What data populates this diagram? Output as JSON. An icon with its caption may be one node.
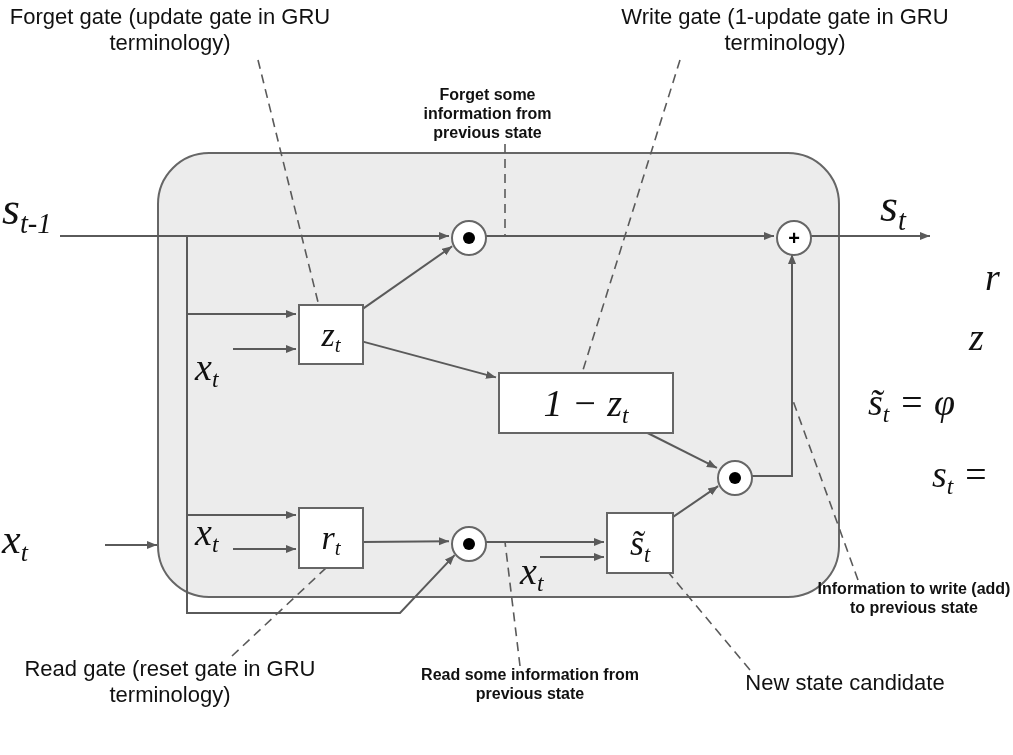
{
  "diagram": {
    "nodes": [
      {
        "text": [],
        "shape": "box"
      },
      {
        "text": [],
        "shape": "circle",
        "in": 0
      },
      {
        "text": [
          "+"
        ],
        "in": 0
      },
      {
        "text": [
          "z$_{t}$"
        ],
        "in": 0
      },
      {
        "text": [
          "1 − z$_{t}$"
        ],
        "in": 0
      },
      {
        "text": [
          "r$_{t}$"
        ],
        "in": 0
      },
      {
        "text": [],
        "shape": "circle",
        "in": 0
      },
      {
        "text": [
          "s̃$_{t}$"
        ],
        "in": 0
      },
      {
        "text": [],
        "shape": "circle",
        "in": 0
      },
      {
        "text": [
          "Forget gate (update gate in GRU terminology)"
        ]
      },
      {
        "text": [
          "Forget some information from previous state"
        ]
      },
      {
        "text": [
          "Write gate (1-update gate in GRU terminology)"
        ]
      },
      {
        "text": [
          "Information to write (add) to previous state"
        ]
      },
      {
        "text": [
          "Read gate (reset gate in GRU terminology)"
        ]
      },
      {
        "text": [
          "Read some information from previous state"
        ]
      },
      {
        "text": [
          "New state candidate"
        ]
      }
    ],
    "edges": [
      {
        "from": null,
        "to": 1,
        "arrow": "to"
      },
      {
        "from": null,
        "to": 3,
        "arrow": "to"
      },
      {
        "from": null,
        "to": 5,
        "arrow": "to"
      },
      {
        "from": null,
        "to": 6,
        "arrow": "to"
      },
      {
        "from": null,
        "to": 3,
        "arrow": "to"
      },
      {
        "from": null,
        "to": 5,
        "arrow": "to"
      },
      {
        "from": null,
        "to": 7,
        "arrow": "to"
      },
      {
        "from": null,
        "to": 0,
        "arrow": "to"
      },
      {
        "from": 3,
        "to": 1,
        "arrow": "to"
      },
      {
        "from": 3,
        "to": 4,
        "arrow": "to"
      },
      {
        "from": 1,
        "to": 2,
        "arrow": "to"
      },
      {
        "from": 2,
        "to": null,
        "arrow": "to"
      },
      {
        "from": 5,
        "to": 6,
        "arrow": "to"
      },
      {
        "from": 6,
        "to": 7,
        "arrow": "to"
      },
      {
        "from": 4,
        "to": 8,
        "arrow": "to"
      },
      {
        "from": 7,
        "to": 8,
        "arrow": "to"
      },
      {
        "from": 8,
        "to": 2,
        "arrow": "to"
      },
      {
        "from": 9,
        "to": 3,
        "arrow": "none",
        "style": "dashed"
      },
      {
        "from": 10,
        "to": null,
        "arrow": "none",
        "style": "dashed"
      },
      {
        "from": 11,
        "to": 4,
        "arrow": "none",
        "style": "dashed"
      },
      {
        "from": 12,
        "to": null,
        "arrow": "none",
        "style": "dashed"
      },
      {
        "from": 13,
        "to": 5,
        "arrow": "none",
        "style": "dashed"
      },
      {
        "from": 14,
        "to": null,
        "arrow": "none",
        "style": "dashed"
      },
      {
        "from": 15,
        "to": 7,
        "arrow": "none",
        "style": "dashed"
      }
    ],
    "labels": [
      "s$_{t-1}$",
      "s$_{t}$",
      "r",
      "z",
      "x$_{t}$",
      "s̃$_{t}$ = φ",
      "x$_{t}$",
      "x$_{t}$",
      "s$_{t}$ =",
      "x$_{t}$"
    ]
  }
}
